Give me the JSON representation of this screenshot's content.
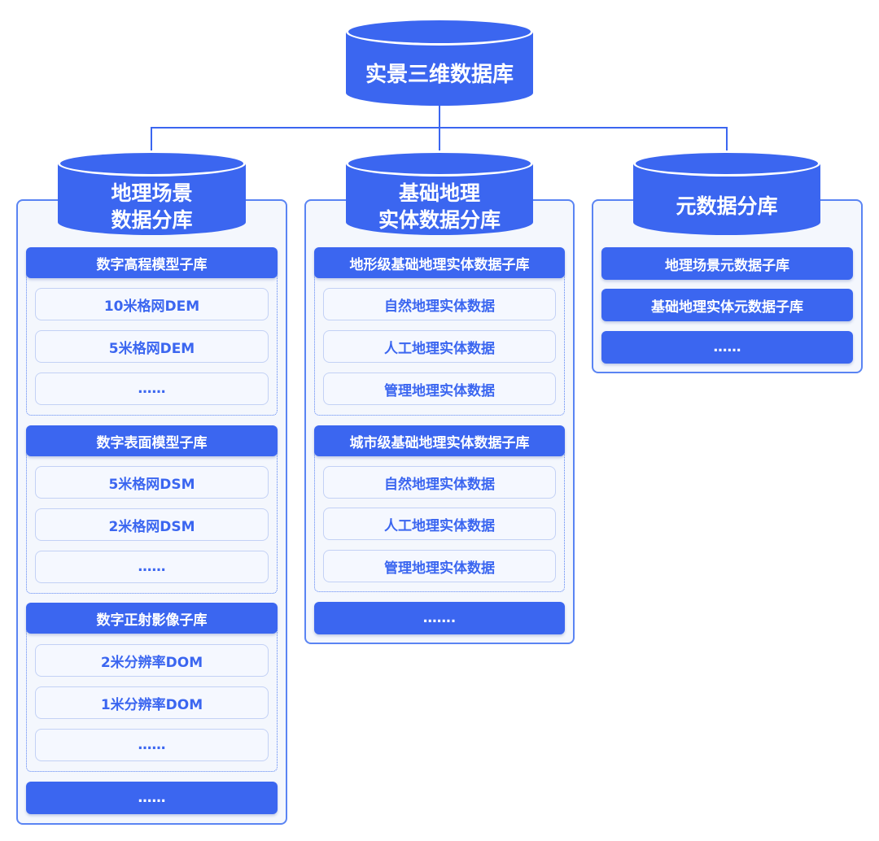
{
  "root": {
    "title": "实景三维数据库"
  },
  "col1": {
    "title": "地理场景\n数据分库",
    "groups": [
      {
        "header": "数字高程模型子库",
        "items": [
          "10米格网DEM",
          "5米格网DEM",
          "……"
        ]
      },
      {
        "header": "数字表面模型子库",
        "items": [
          "5米格网DSM",
          "2米格网DSM",
          "……"
        ]
      },
      {
        "header": "数字正射影像子库",
        "items": [
          "2米分辨率DOM",
          "1米分辨率DOM",
          "……"
        ]
      }
    ],
    "more": "……"
  },
  "col2": {
    "title": "基础地理\n实体数据分库",
    "groups": [
      {
        "header": "地形级基础地理实体数据子库",
        "items": [
          "自然地理实体数据",
          "人工地理实体数据",
          "管理地理实体数据"
        ]
      },
      {
        "header": "城市级基础地理实体数据子库",
        "items": [
          "自然地理实体数据",
          "人工地理实体数据",
          "管理地理实体数据"
        ]
      }
    ],
    "more": "……."
  },
  "col3": {
    "title": "元数据分库",
    "items": [
      "地理场景元数据子库",
      "基础地理实体元数据子库",
      "……"
    ]
  },
  "colors": {
    "primary": "#3b66f0",
    "panel_border": "#5a84f3",
    "panel_fill": "#f4f7fd",
    "pill_border": "#c3d1f5",
    "pill_text": "#3b66f0"
  }
}
